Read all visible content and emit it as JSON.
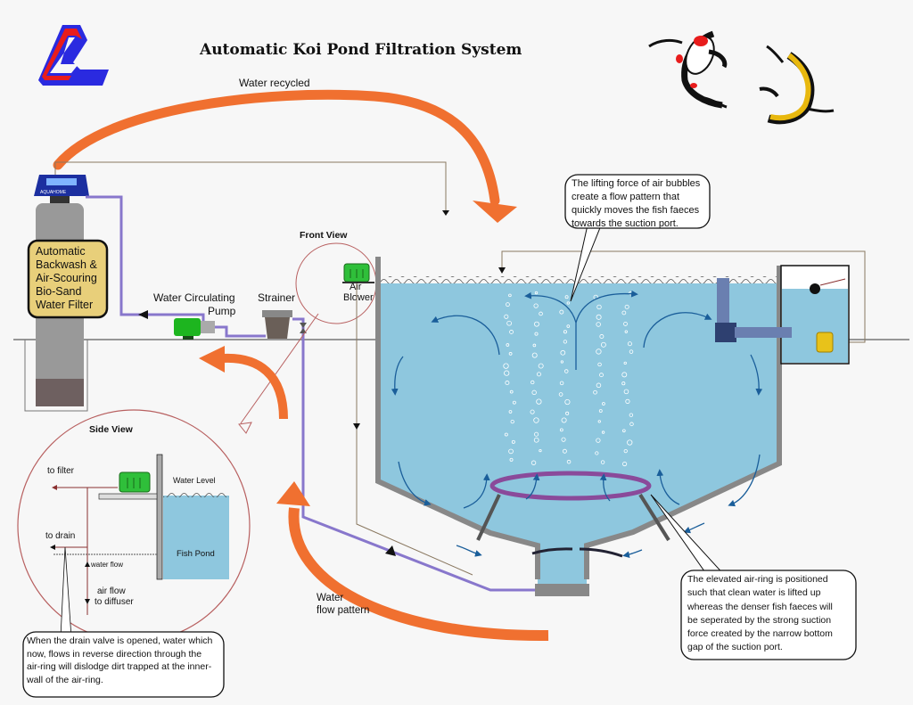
{
  "title": "Automatic Koi Pond Filtration System",
  "labels": {
    "water_recycled": "Water recycled",
    "filter_box": "Automatic\nBackwash &\nAir-Scouring\nBio-Sand\nWater Filter",
    "filter_brand": "AQUAHOME",
    "pump_line1": "Water Circulating",
    "pump_line2": "Pump",
    "strainer": "Strainer",
    "front_view": "Front View",
    "air_line1": "Air",
    "air_line2": "Blower",
    "side_view": "Side View",
    "to_filter": "to filter",
    "to_drain": "to drain",
    "water_level": "Water Level",
    "fish_pond": "Fish Pond",
    "water_flow": "water flow",
    "air_flow_line1": "air flow",
    "air_flow_line2": "to diffuser",
    "water_flow_pattern_line1": "Water",
    "water_flow_pattern_line2": "flow pattern"
  },
  "callouts": {
    "lifting_force": "The lifting force of air bubbles\ncreate a flow pattern that\nquickly moves the fish faeces\ntowards the suction port.",
    "drain_valve": "When the drain valve is opened, water which\nnow, flows in reverse direction through the\nair-ring will dislodge dirt trapped at the inner-\nwall of the air-ring.",
    "elevated_ring": "The elevated air-ring is positioned\nsuch that clean water is lifted up\nwhereas the denser fish faeces will\nbe seperated by the strong suction\nforce created by the narrow bottom\ngap of the suction port."
  },
  "colors": {
    "water": "#8ec7de",
    "flow_arrow": "#f07030",
    "pipe": "#8877cc",
    "air_ring": "#8a4a9a",
    "blower": "#2fbf3a",
    "filter_box": "#e8cf7a"
  }
}
